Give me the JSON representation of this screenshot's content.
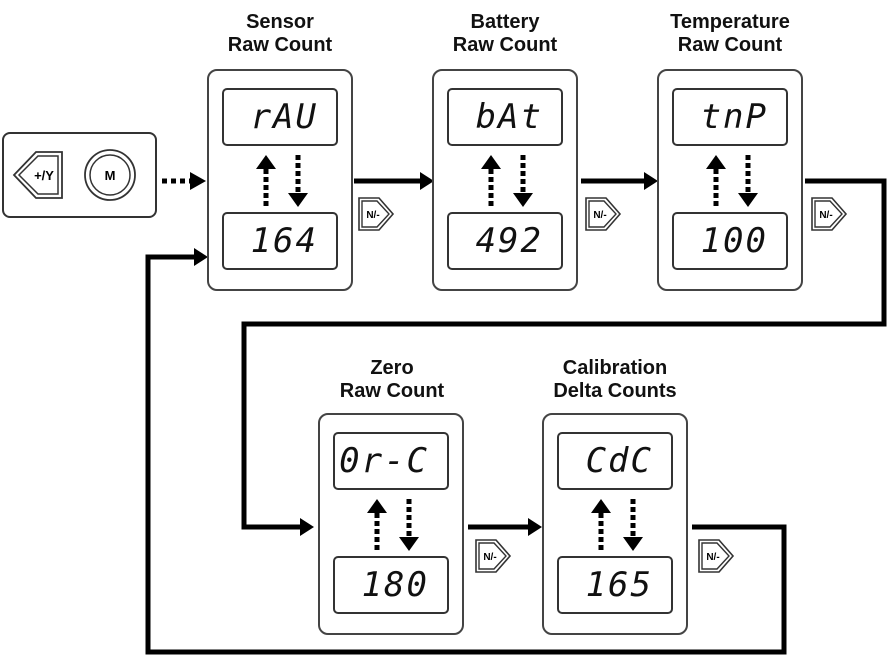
{
  "controls": {
    "plus_label": "+/Y",
    "mode_label": "M"
  },
  "next_button_label": "N/-",
  "screens": [
    {
      "title_line1": "Sensor",
      "title_line2": "Raw Count",
      "code": "rAU",
      "value": "164"
    },
    {
      "title_line1": "Battery",
      "title_line2": "Raw Count",
      "code": "bAt",
      "value": "492"
    },
    {
      "title_line1": "Temperature",
      "title_line2": "Raw Count",
      "code": "tnP",
      "value": "100"
    },
    {
      "title_line1": "Zero",
      "title_line2": "Raw Count",
      "code": "0r-C",
      "value": "180"
    },
    {
      "title_line1": "Calibration",
      "title_line2": "Delta Counts",
      "code": "CdC",
      "value": "165"
    }
  ]
}
